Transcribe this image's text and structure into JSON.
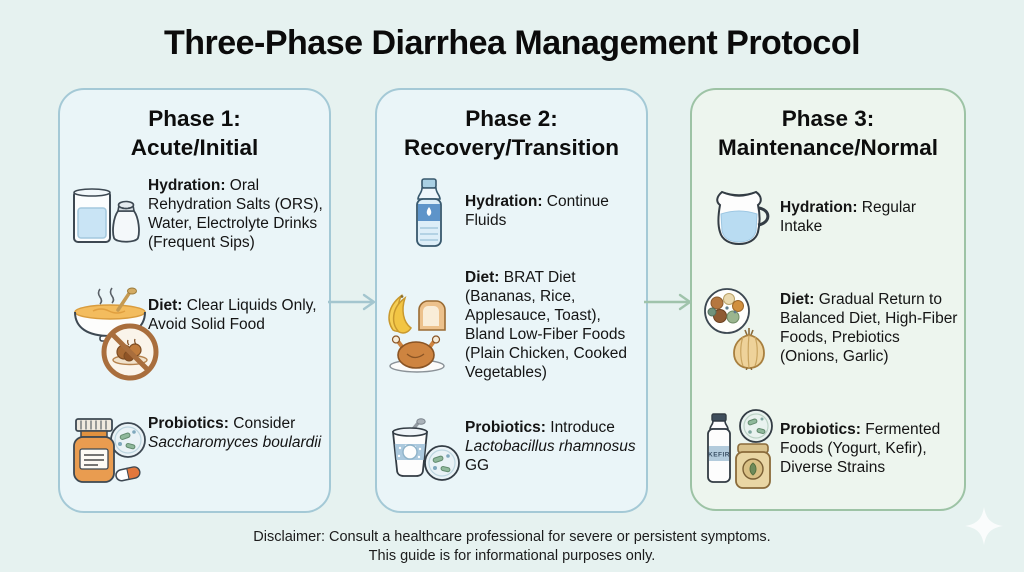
{
  "title": "Three-Phase Diarrhea Management Protocol",
  "disclaimer": {
    "line1": "Disclaimer: Consult a healthcare professional for severe or persistent symptoms.",
    "line2": "This guide is for informational purposes only."
  },
  "colors": {
    "background": "#e6f2f0",
    "card_blue_fill": "#eaf5f8",
    "card_blue_border": "#a4c9d6",
    "card_green_fill": "#edf5ee",
    "card_green_border": "#9dc3a5",
    "arrow_blue": "#a4c6cf",
    "arrow_green": "#9fc3ab",
    "text": "#141414"
  },
  "phases": [
    {
      "title_line1": "Phase 1:",
      "title_line2": "Acute/Initial",
      "rows": [
        {
          "label": "Hydration:",
          "pre": " Oral Rehydration Salts (ORS), Water, Electrolyte Drinks (Frequent Sips)",
          "italic": "",
          "post": "",
          "icons": [
            "water-glass-icon",
            "salt-shaker-icon"
          ]
        },
        {
          "label": "Diet:",
          "pre": " Clear Liquids Only, Avoid Solid Food",
          "italic": "",
          "post": "",
          "icons": [
            "soup-bowl-icon",
            "no-solid-food-icon"
          ]
        },
        {
          "label": "Probiotics:",
          "pre": " Consider ",
          "italic": "Saccharomyces boulardii",
          "post": "",
          "icons": [
            "pill-bottle-icon",
            "petri-dish-icon",
            "capsule-icon"
          ]
        }
      ]
    },
    {
      "title_line1": "Phase 2:",
      "title_line2": "Recovery/Transition",
      "rows": [
        {
          "label": "Hydration:",
          "pre": " Continue Fluids",
          "italic": "",
          "post": "",
          "icons": [
            "water-bottle-icon"
          ]
        },
        {
          "label": "Diet:",
          "pre": " BRAT Diet (Bananas, Rice, Applesauce, Toast), Bland Low-Fiber Foods (Plain Chicken, Cooked Vegetables)",
          "italic": "",
          "post": "",
          "icons": [
            "bananas-icon",
            "toast-icon",
            "roast-chicken-icon"
          ]
        },
        {
          "label": "Probiotics:",
          "pre": " Introduce ",
          "italic": "Lactobacillus rhamnosus",
          "post": " GG",
          "icons": [
            "yogurt-cup-icon",
            "petri-dish-icon"
          ]
        }
      ]
    },
    {
      "title_line1": "Phase 3:",
      "title_line2": "Maintenance/Normal",
      "rows": [
        {
          "label": "Hydration:",
          "pre": " Regular Intake",
          "italic": "",
          "post": "",
          "icons": [
            "water-pitcher-icon"
          ]
        },
        {
          "label": "Diet:",
          "pre": " Gradual Return to Balanced Diet, High-Fiber Foods, Prebiotics (Onions, Garlic)",
          "italic": "",
          "post": "",
          "icons": [
            "food-bowl-icon",
            "onion-icon"
          ]
        },
        {
          "label": "Probiotics:",
          "pre": " Fermented Foods (Yogurt, Kefir), Diverse Strains",
          "italic": "",
          "post": "",
          "icon_label": "KEFIR",
          "icons": [
            "kefir-bottle-icon",
            "petri-dish-icon",
            "ferment-jar-icon"
          ]
        }
      ]
    }
  ],
  "decorations": {
    "sparkle": "four-point-star"
  }
}
